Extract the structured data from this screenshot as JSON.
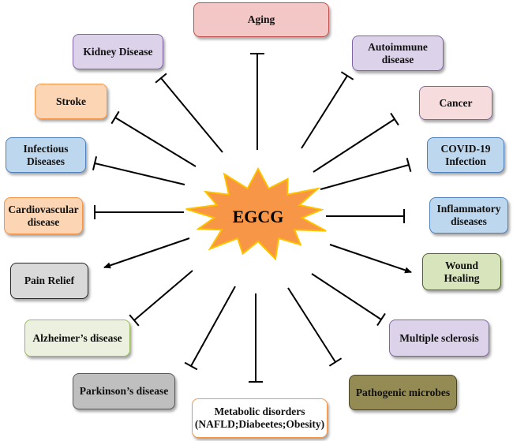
{
  "hub": {
    "label": "EGCG",
    "fill": "#f79646",
    "stroke": "#ffc000",
    "text_color": "#000000"
  },
  "nodes": [
    {
      "id": "aging",
      "label": "Aging",
      "relation": "inhibits",
      "fill": "#f4c7c7",
      "border": "#c0504d"
    },
    {
      "id": "autoimmune",
      "label": "Autoimmune\ndisease",
      "relation": "inhibits",
      "fill": "#dcd2ea",
      "border": "#8064a2"
    },
    {
      "id": "cancer",
      "label": "Cancer",
      "relation": "inhibits",
      "fill": "#f6dcdc",
      "border": "#8064a2"
    },
    {
      "id": "covid",
      "label": "COVID-19\nInfection",
      "relation": "inhibits",
      "fill": "#bdd7ee",
      "border": "#4f81bd"
    },
    {
      "id": "inflammatory",
      "label": "Inflammatory\ndiseases",
      "relation": "inhibits",
      "fill": "#bdd7ee",
      "border": "#4f81bd"
    },
    {
      "id": "wound",
      "label": "Wound\nHealing",
      "relation": "promotes",
      "fill": "#d7e4bc",
      "border": "#4f6228"
    },
    {
      "id": "ms",
      "label": "Multiple sclerosis",
      "relation": "inhibits",
      "fill": "#dcd2ea",
      "border": "#8064a2"
    },
    {
      "id": "microbes",
      "label": "Pathogenic microbes",
      "relation": "inhibits",
      "fill": "#948a54",
      "border": "#4a4523"
    },
    {
      "id": "metabolic",
      "label": "Metabolic disorders\n(NAFLD;Diabeetes;Obesity)",
      "relation": "inhibits",
      "fill": "#ffffff",
      "border": "#f79646"
    },
    {
      "id": "parkinson",
      "label": "Parkinson’s disease",
      "relation": "inhibits",
      "fill": "#bfbfbf",
      "border": "#595959"
    },
    {
      "id": "alzheimer",
      "label": "Alzheimer’s disease",
      "relation": "inhibits",
      "fill": "#ebf1de",
      "border": "#9bbb59"
    },
    {
      "id": "pain",
      "label": "Pain Relief",
      "relation": "promotes",
      "fill": "#d9d9d9",
      "border": "#262626"
    },
    {
      "id": "cardio",
      "label": "Cardiovascular\ndisease",
      "relation": "inhibits",
      "fill": "#fcd5b4",
      "border": "#f79646"
    },
    {
      "id": "infectious",
      "label": "Infectious\nDiseases",
      "relation": "inhibits",
      "fill": "#bdd7ee",
      "border": "#4f81bd"
    },
    {
      "id": "stroke",
      "label": "Stroke",
      "relation": "inhibits",
      "fill": "#fcd5b4",
      "border": "#f79646"
    },
    {
      "id": "kidney",
      "label": "Kidney Disease",
      "relation": "inhibits",
      "fill": "#dcd2ea",
      "border": "#8064a2"
    }
  ]
}
